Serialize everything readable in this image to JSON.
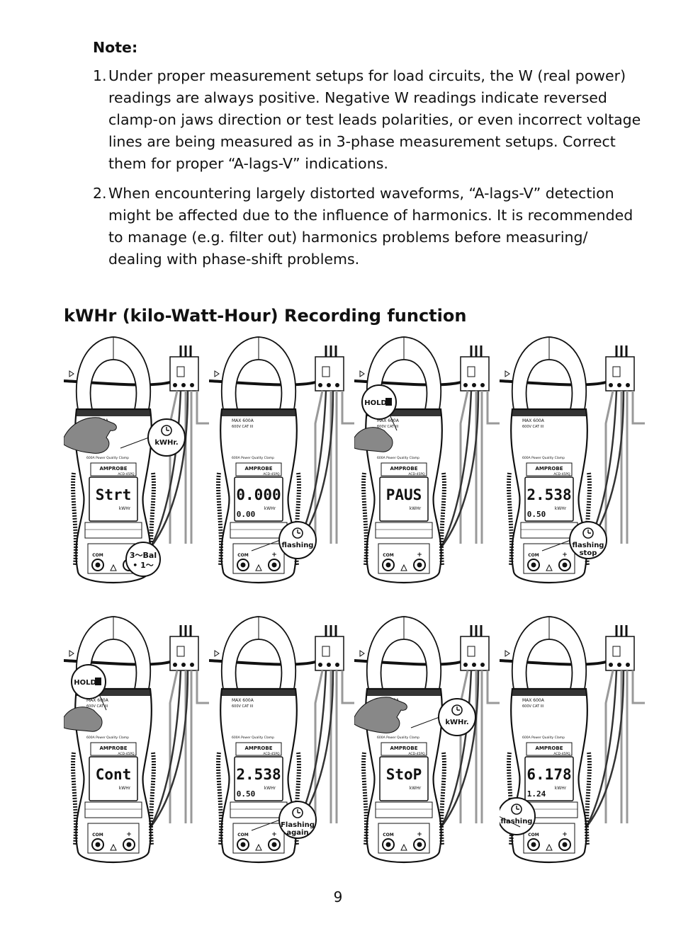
{
  "note": {
    "title": "Note:",
    "items": [
      {
        "num": "1.",
        "text": "Under proper measurement setups for load circuits, the W (real power) readings are always positive. Negative W readings indicate reversed clamp-on jaws direction or test leads polarities, or even incorrect voltage lines are being measured as in 3-phase measurement setups. Correct them for proper “A-lags-V” indications."
      },
      {
        "num": "2.",
        "text": "When encountering largely distorted waveforms, “A-lags-V” detection might be affected due to the influence of harmonics. It is recommended to manage (e.g. filter out) harmonics problems before measuring/ dealing with phase-shift problems."
      }
    ]
  },
  "section_title": "kWHr (kilo-Watt-Hour) Recording function",
  "meter": {
    "brand": "AMPROBE",
    "model": "ACD-45PQ",
    "max_label": "MAX 600A",
    "cat_label": "600V CAT III",
    "unit": "kWHr",
    "com_label": "COM",
    "desc": "600A Power Quality Clamp"
  },
  "panels": [
    {
      "main": "Strt",
      "sub": "",
      "callout": "kWHr.",
      "callout2": "",
      "hold": false,
      "finger": "upper"
    },
    {
      "main": "0.000",
      "sub": "0.00",
      "callout": "flashing",
      "callout2": "",
      "hold": false,
      "finger": ""
    },
    {
      "main": "PAUS",
      "sub": "",
      "callout": "",
      "callout2": "",
      "hold": true,
      "finger": "hold"
    },
    {
      "main": "2.538",
      "sub": "0.50",
      "callout": "flashing",
      "callout2": "stop",
      "hold": false,
      "finger": ""
    },
    {
      "main": "Cont",
      "sub": "",
      "callout": "",
      "callout2": "",
      "hold": true,
      "finger": "hold"
    },
    {
      "main": "2.538",
      "sub": "0.50",
      "callout": "Flashing",
      "callout2": "again",
      "hold": false,
      "finger": ""
    },
    {
      "main": "StoP",
      "sub": "",
      "callout": "kWHr.",
      "callout2": "",
      "hold": false,
      "finger": "upper"
    },
    {
      "main": "6.178",
      "sub": "1.24",
      "callout": "flashing",
      "callout2": "",
      "hold": false,
      "finger": ""
    }
  ],
  "rotary_callout": {
    "line1": "3～Bal",
    "line2": "• 1～"
  },
  "hold_label": "HOLD",
  "page_number": "9"
}
